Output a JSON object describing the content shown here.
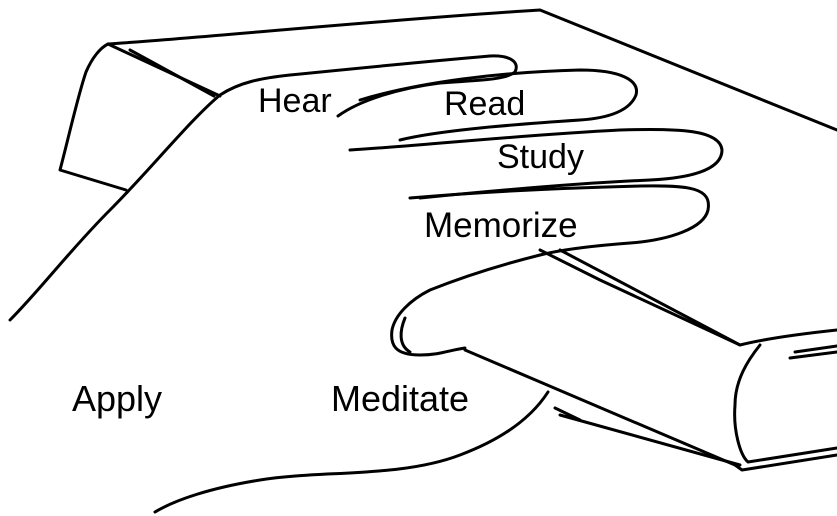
{
  "labels": {
    "hear": "Hear",
    "read": "Read",
    "study": "Study",
    "memorize": "Memorize",
    "apply": "Apply",
    "meditate": "Meditate"
  },
  "colors": {
    "ink": "#000000",
    "background": "#ffffff"
  }
}
